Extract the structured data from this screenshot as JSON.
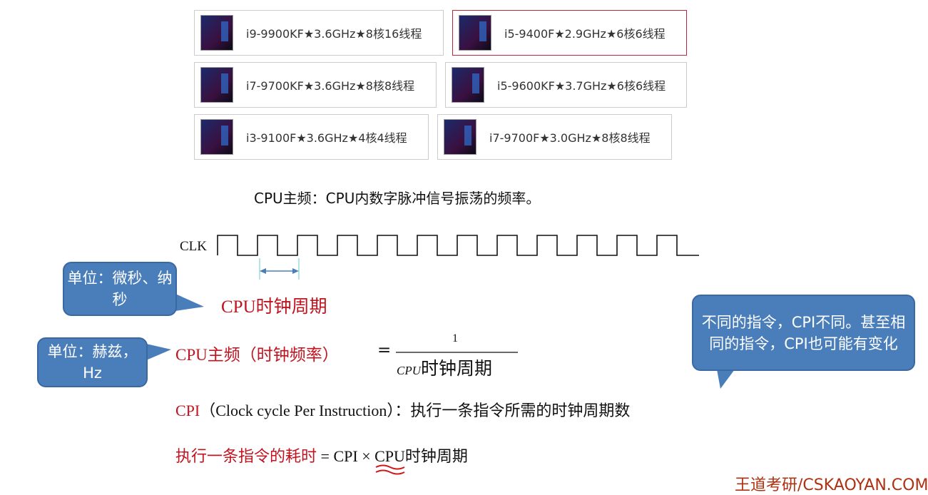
{
  "products": [
    {
      "name": "i9-9900KF★3.6GHz★8核16线程",
      "selected": false
    },
    {
      "name": "i5-9400F★2.9GHz★6核6线程",
      "selected": true
    },
    {
      "name": "i7-9700KF★3.6GHz★8核8线程",
      "selected": false
    },
    {
      "name": "i5-9600KF★3.7GHz★6核6线程",
      "selected": false
    },
    {
      "name": "i3-9100F★3.6GHz★4核4线程",
      "selected": false
    },
    {
      "name": "i7-9700F★3.0GHz★8核8线程",
      "selected": false
    }
  ],
  "definition": "CPU主频：CPU内数字脉冲信号振荡的频率。",
  "clk_label": "CLK",
  "clock_period_label": "CPU时钟周期",
  "freq_label": "CPU主频（时钟频率）",
  "equals": "=",
  "frac_num": "1",
  "frac_den_italic": "CPU",
  "frac_den_rest": "时钟周期",
  "cpi_term": "CPI",
  "cpi_def": "（Clock cycle Per Instruction）：执行一条指令所需的时钟周期数",
  "time_label": "执行一条指令的耗时",
  "time_eq": "=",
  "time_cpi": "CPI",
  "time_rest": "× CPU时钟周期",
  "callouts": {
    "period_unit": "单位：微秒、纳秒",
    "freq_unit": "单位：赫兹，Hz",
    "cpi_note": "不同的指令，CPI不同。甚至相同的指令，CPI也可能有变化"
  },
  "watermark": "王道考研/CSKAOYAN.COM",
  "colors": {
    "red": "#c0141f",
    "callout": "#4a7ebb"
  }
}
